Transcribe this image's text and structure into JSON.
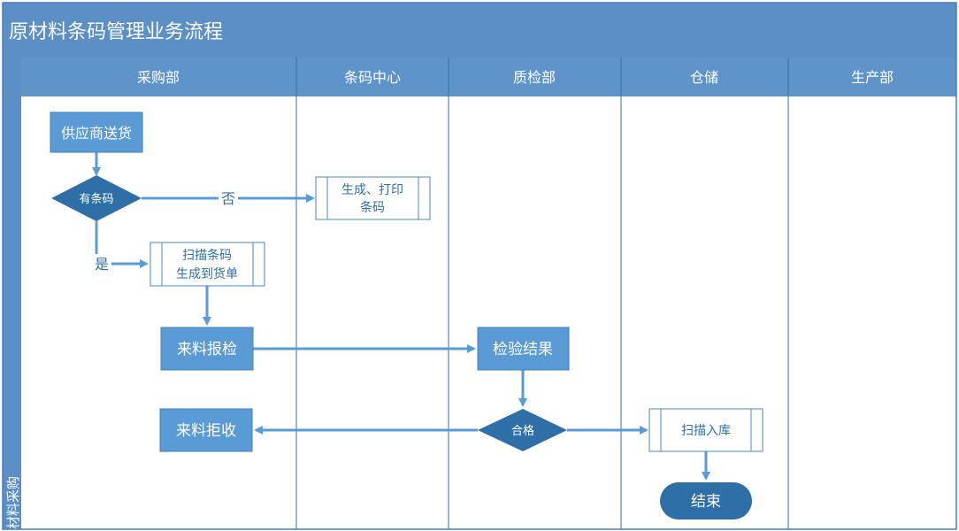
{
  "title": "原材料条码管理业务流程",
  "row_label": "材料采购",
  "lanes": [
    {
      "label": "采购部"
    },
    {
      "label": "条码中心"
    },
    {
      "label": "质检部"
    },
    {
      "label": "仓储"
    },
    {
      "label": "生产部"
    }
  ],
  "nodes": {
    "supplier_delivery": {
      "label": "供应商送货"
    },
    "has_barcode": {
      "label": "有条码"
    },
    "generate_print_barcode": {
      "line1": "生成、打印",
      "line2": "条码"
    },
    "scan_generate_receipt": {
      "line1": "扫描条码",
      "line2": "生成到货单"
    },
    "incoming_inspection_request": {
      "label": "来料报检"
    },
    "inspection_result": {
      "label": "检验结果"
    },
    "qualified": {
      "label": "合格"
    },
    "incoming_rejection": {
      "label": "来料拒收"
    },
    "scan_warehousing": {
      "label": "扫描入库"
    },
    "end": {
      "label": "结束"
    }
  },
  "edge_labels": {
    "no": "否",
    "yes": "是"
  },
  "colors": {
    "title_bg": "#5b8fc6",
    "header_bg": "#5f94cb",
    "side_bg": "#5b8fc6",
    "border": "#4a7fb8",
    "lane_line": "#2f6fa8",
    "node_fill": "#5b9bd5",
    "node_stroke": "#3f7fbf",
    "process_stroke": "#4a86c5",
    "arrow": "#5b9bd5",
    "text_blue": "#2f6fa8"
  }
}
